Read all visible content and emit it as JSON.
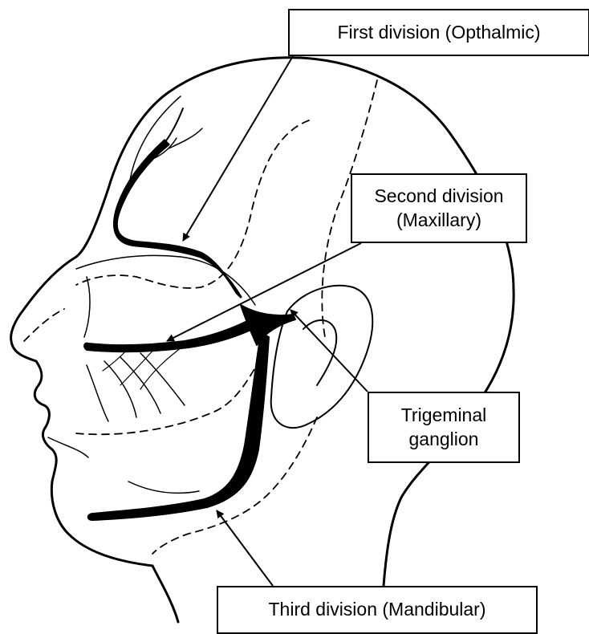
{
  "labels": {
    "first_division": "First division (Opthalmic)",
    "second_division_line1": "Second division",
    "second_division_line2": "(Maxillary)",
    "trigeminal_line1": "Trigeminal",
    "trigeminal_line2": "ganglion",
    "third_division": "Third division (Mandibular)"
  },
  "colors": {
    "line": "#000000",
    "background": "#ffffff"
  }
}
